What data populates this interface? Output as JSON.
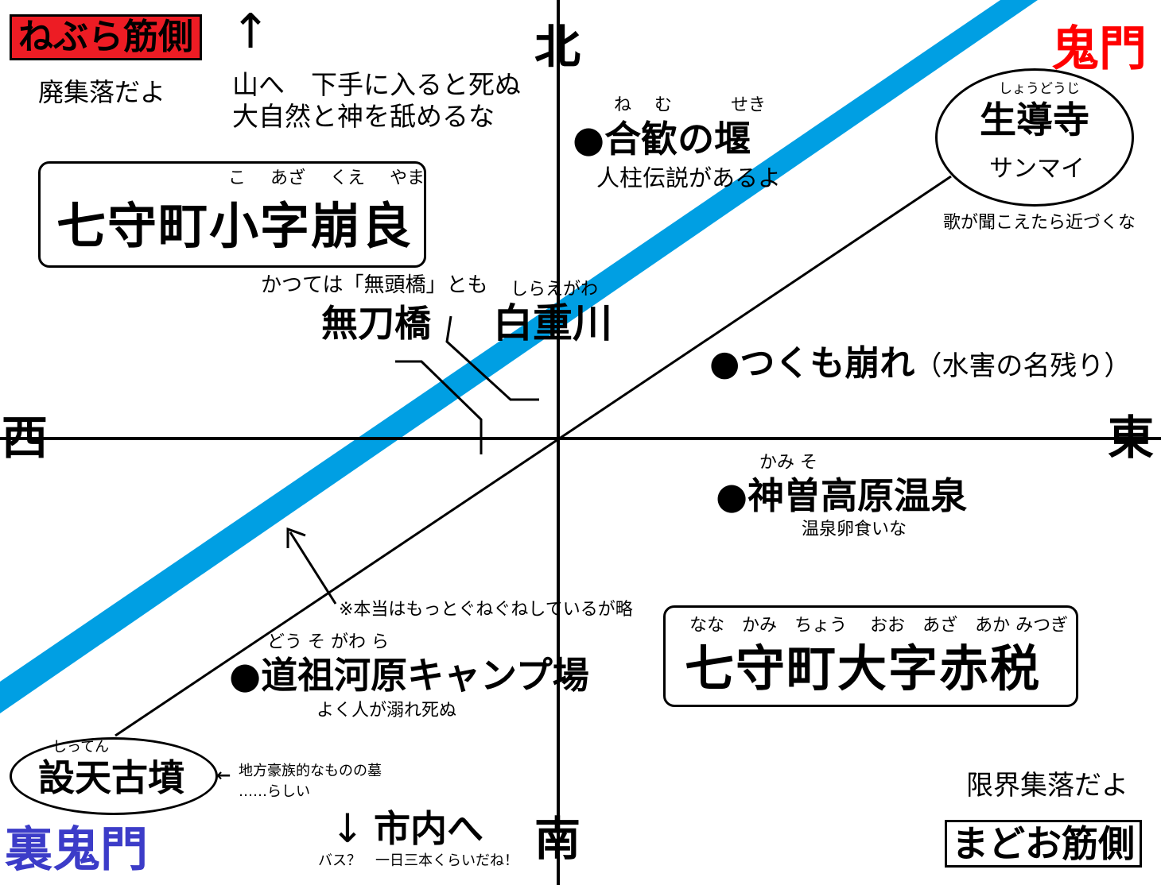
{
  "colors": {
    "river": "#009fe3",
    "red": "#ff0000",
    "blue": "#3c3cc8",
    "label_bg": "#ed1c24"
  },
  "compass": {
    "north": "北",
    "south": "南",
    "east": "東",
    "west": "西"
  },
  "corners": {
    "kimon": "鬼門",
    "urakimon": "裏鬼門",
    "top_left_label": "ねぶら筋側",
    "top_left_note": "廃集落だよ",
    "bottom_right_note": "限界集落だよ",
    "bottom_right_label": "まどお筋側"
  },
  "mountain": {
    "arrow": "↑",
    "line1": "山へ　下手に入ると死ぬ",
    "line2": "大自然と神を舐めるな"
  },
  "city": {
    "arrow": "↓",
    "label": "市内へ",
    "note": "バス？　一日三本くらいだね！"
  },
  "koaza": {
    "name": "七守町小字崩良",
    "ruby": [
      "こ",
      "あざ",
      "くえ",
      "やま"
    ]
  },
  "oaza": {
    "name": "七守町大字赤税",
    "ruby": [
      "なな",
      "かみ",
      "ちょう",
      "おお",
      "あざ",
      "あか",
      "みつぎ"
    ]
  },
  "bridge": {
    "note": "かつては「無頭橋」とも",
    "name": "無刀橋"
  },
  "river": {
    "name": "白重川",
    "ruby": "しらえがわ"
  },
  "places": [
    {
      "name": "●合歓の堰",
      "ruby": [
        "ね",
        "む",
        "せき"
      ],
      "note": "人柱伝説があるよ"
    },
    {
      "name": "●つくも崩れ",
      "suffix": "（水害の名残り）"
    },
    {
      "name": "●神曽高原温泉",
      "ruby": "かみ そ",
      "note": "温泉卵食いな"
    },
    {
      "name": "●道祖河原キャンプ場",
      "ruby": "どう そ がわ ら",
      "note": "よく人が溺れ死ぬ"
    }
  ],
  "temple": {
    "name": "生導寺",
    "ruby": "しょうどうじ",
    "sub": "サンマイ",
    "note": "歌が聞こえたら近づくな"
  },
  "tomb": {
    "name": "設天古墳",
    "ruby": "しってん",
    "arrow": "←",
    "note1": "地方豪族的なものの墓",
    "note2": "……らしい"
  },
  "road_note": "※本当はもっとぐねぐねしているが略"
}
